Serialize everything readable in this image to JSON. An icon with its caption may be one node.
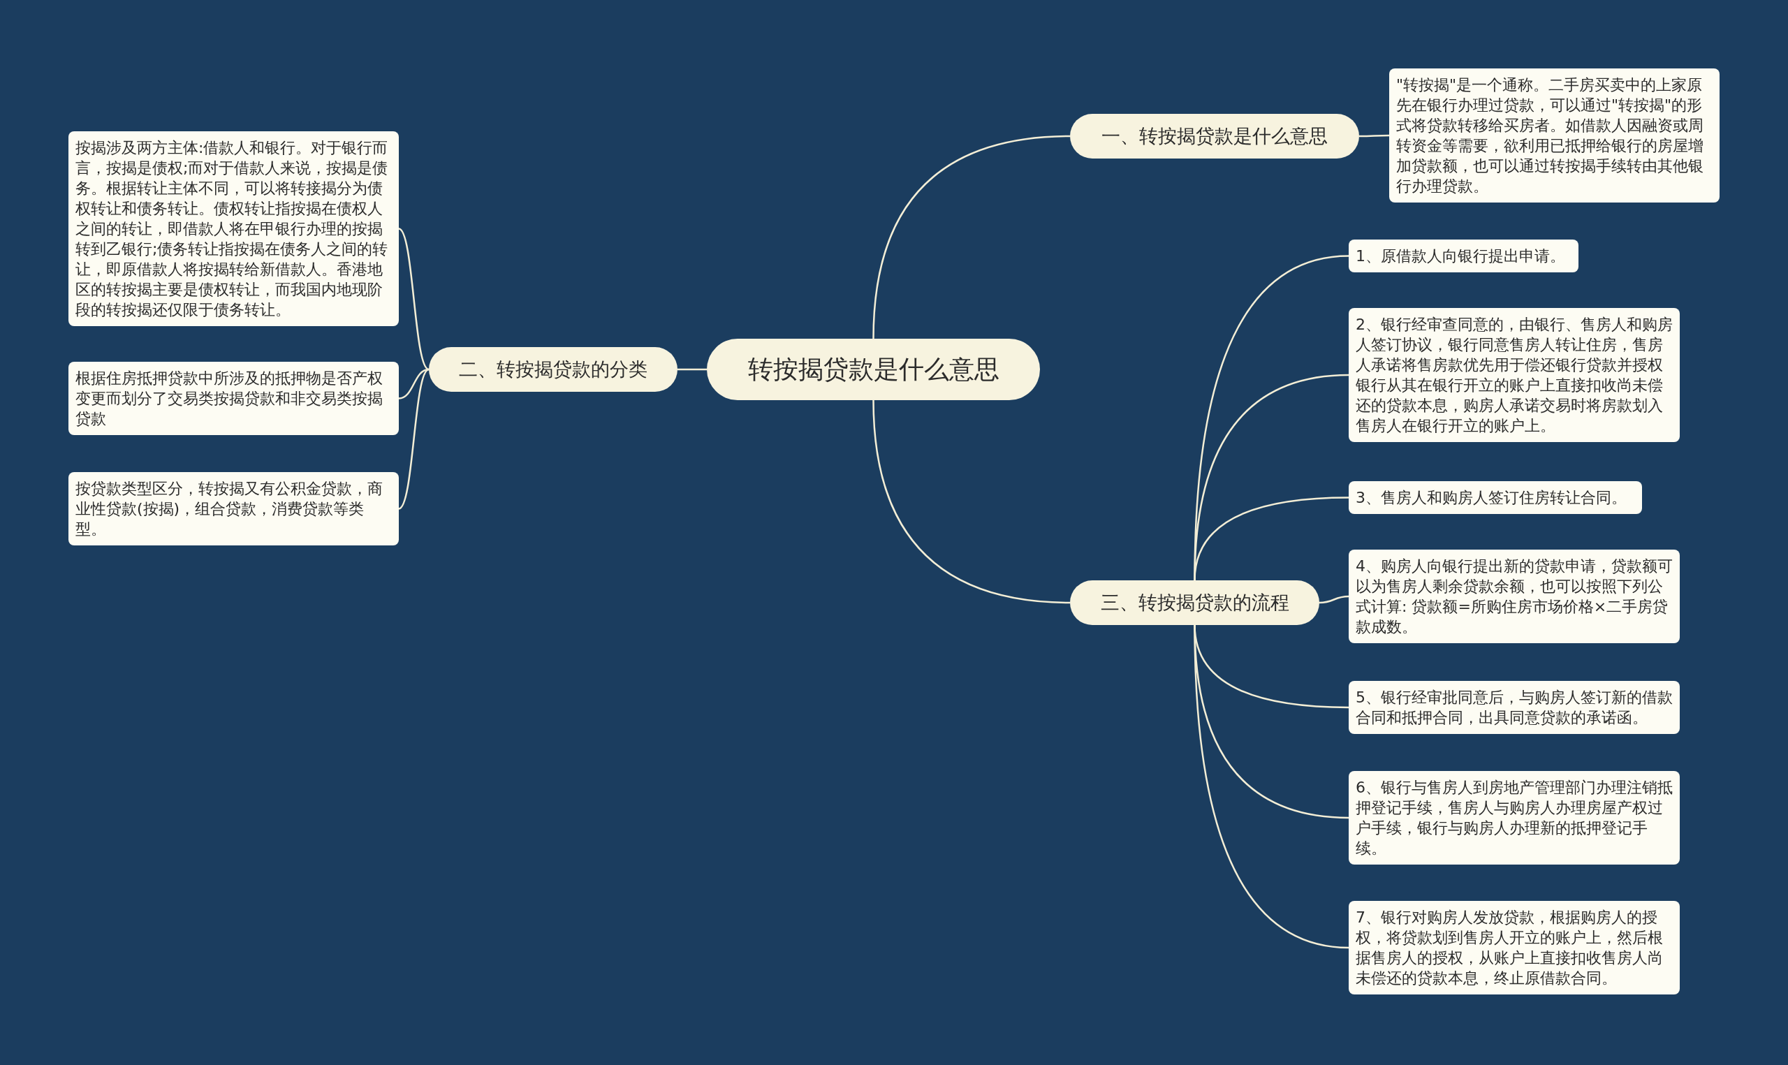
{
  "diagram": {
    "nodes": [
      {
        "text": [
          "转按揭贷款是什么意思"
        ]
      },
      {
        "text": [
          "一、转按揭贷款是什么意思"
        ]
      },
      {
        "text": [
          "\"转按揭\"是一个通称。二手房买卖中的上家原先在银行办理过贷款，可以通过\"转按揭\"的形式将贷款转移给买房者。如借款人因融资或周转资金等需要，欲利用已抵押给银行的房屋增加贷款额，也可以通过转按揭手续转由其他银行办理贷款。"
        ]
      },
      {
        "text": [
          "二、转按揭贷款的分类"
        ]
      },
      {
        "text": [
          "按揭涉及两方主体:借款人和银行。对于银行而言，按揭是债权;而对于借款人来说，按揭是债务。根据转让主体不同，可以将转接揭分为债权转让和债务转让。债权转让指按揭在债权人之间的转让，即借款人将在甲银行办理的按揭转到乙银行;债务转让指按揭在债务人之间的转让，即原借款人将按揭转给新借款人。香港地区的转按揭主要是债权转让，而我国内地现阶段的转按揭还仅限于债务转让。"
        ]
      },
      {
        "text": [
          "根据住房抵押贷款中所涉及的抵押物是否产权变更而划分了交易类按揭贷款和非交易类按揭贷款"
        ]
      },
      {
        "text": [
          "按贷款类型区分，转按揭又有公积金贷款，商业性贷款(按揭)，组合贷款，消费贷款等类型。"
        ]
      },
      {
        "text": [
          "三、转按揭贷款的流程"
        ]
      },
      {
        "text": [
          "1、原借款人向银行提出申请。"
        ]
      },
      {
        "text": [
          "2、银行经审查同意的，由银行、售房人和购房人签订协议，银行同意售房人转让住房，售房人承诺将售房款优先用于偿还银行贷款并授权银行从其在银行开立的账户上直接扣收尚未偿还的贷款本息，购房人承诺交易时将房款划入售房人在银行开立的账户上。"
        ]
      },
      {
        "text": [
          "3、售房人和购房人签订住房转让合同。"
        ]
      },
      {
        "text": [
          "4、购房人向银行提出新的贷款申请，贷款额可以为售房人剩余贷款余额，也可以按照下列公式计算: 贷款额=所购住房市场价格×二手房贷款成数。"
        ]
      },
      {
        "text": [
          "5、银行经审批同意后，与购房人签订新的借款合同和抵押合同，出具同意贷款的承诺函。"
        ]
      },
      {
        "text": [
          "6、银行与售房人到房地产管理部门办理注销抵押登记手续，售房人与购房人办理房屋产权过户手续，银行与购房人办理新的抵押登记手续。"
        ]
      },
      {
        "text": [
          "7、银行对购房人发放贷款，根据购房人的授权，将贷款划到售房人开立的账户上，然后根据售房人的授权，从账户上直接扣收售房人尚未偿还的贷款本息，终止原借款合同。"
        ]
      }
    ],
    "edges": [
      {
        "from": 0,
        "to": 1,
        "arrow": "none"
      },
      {
        "from": 1,
        "to": 2,
        "arrow": "none"
      },
      {
        "from": 0,
        "to": 3,
        "arrow": "none"
      },
      {
        "from": 3,
        "to": 4,
        "arrow": "none"
      },
      {
        "from": 3,
        "to": 5,
        "arrow": "none"
      },
      {
        "from": 3,
        "to": 6,
        "arrow": "none"
      },
      {
        "from": 0,
        "to": 7,
        "arrow": "none"
      },
      {
        "from": 7,
        "to": 8,
        "arrow": "none"
      },
      {
        "from": 7,
        "to": 9,
        "arrow": "none"
      },
      {
        "from": 7,
        "to": 10,
        "arrow": "none"
      },
      {
        "from": 7,
        "to": 11,
        "arrow": "none"
      },
      {
        "from": 7,
        "to": 12,
        "arrow": "none"
      },
      {
        "from": 7,
        "to": 13,
        "arrow": "none"
      },
      {
        "from": 7,
        "to": 14,
        "arrow": "none"
      }
    ]
  }
}
